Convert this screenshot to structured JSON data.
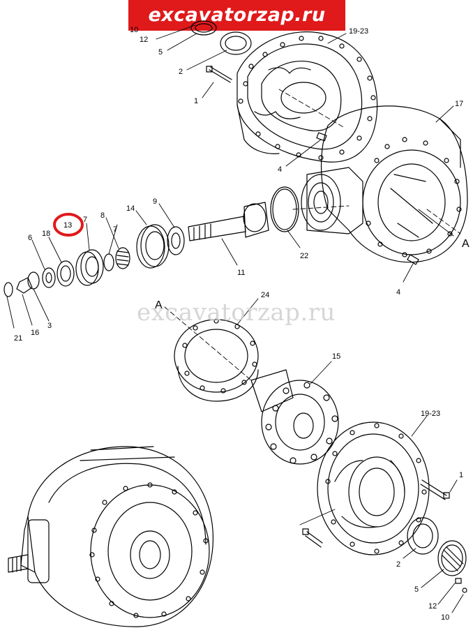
{
  "banner": {
    "text": "excavatorzap.ru",
    "color": "#e0191b"
  },
  "watermark": {
    "text": "excavatorzap.ru"
  },
  "highlight": {
    "color": "#e0191b",
    "callout": "13"
  },
  "callouts": {
    "c10_top": "10",
    "c12_top": "12",
    "c5_top": "5",
    "c2_top": "2",
    "c1_top": "1",
    "c19_23_top": "19-23",
    "c17": "17",
    "c4_mid": "4",
    "c4_right": "4",
    "cA_right": "A",
    "c22": "22",
    "c11": "11",
    "c9": "9",
    "c14": "14",
    "c8": "8",
    "c7": "7",
    "c13": "13",
    "c18": "18",
    "c6": "6",
    "c21": "21",
    "c16": "16",
    "c3": "3",
    "c24": "24",
    "cA_mid": "A",
    "c15": "15",
    "c19_23_bottom": "19-23",
    "c1_bottom": "1",
    "c2_bottom": "2",
    "c5_bottom": "5",
    "c12_bottom": "12",
    "c10_bottom": "10"
  }
}
